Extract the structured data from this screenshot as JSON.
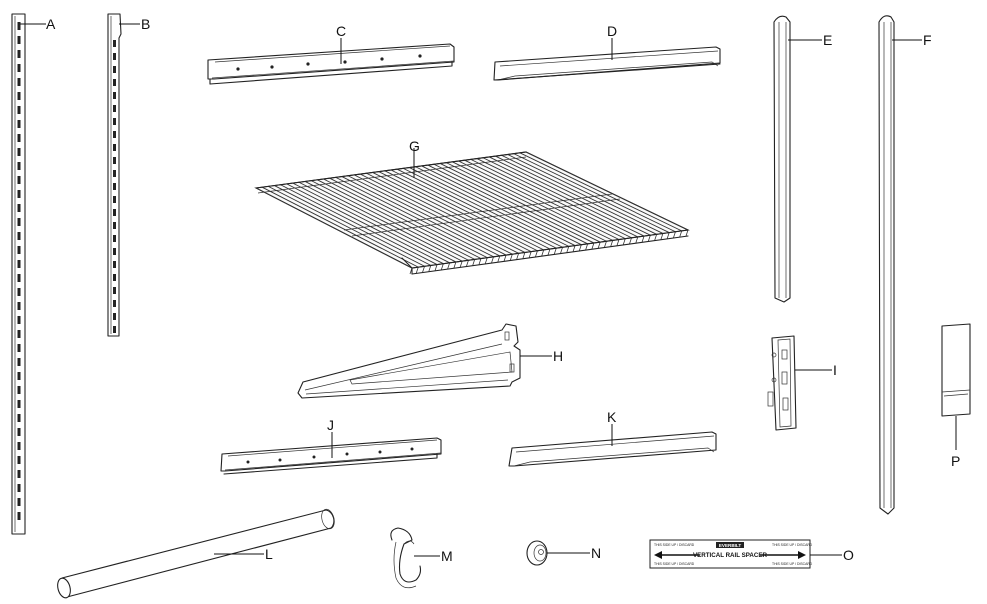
{
  "diagram": {
    "parts": [
      {
        "id": "A",
        "label": "A"
      },
      {
        "id": "B",
        "label": "B"
      },
      {
        "id": "C",
        "label": "C"
      },
      {
        "id": "D",
        "label": "D"
      },
      {
        "id": "E",
        "label": "E"
      },
      {
        "id": "F",
        "label": "F"
      },
      {
        "id": "G",
        "label": "G"
      },
      {
        "id": "H",
        "label": "H"
      },
      {
        "id": "I",
        "label": "I"
      },
      {
        "id": "J",
        "label": "J"
      },
      {
        "id": "K",
        "label": "K"
      },
      {
        "id": "L",
        "label": "L"
      },
      {
        "id": "M",
        "label": "M"
      },
      {
        "id": "N",
        "label": "N"
      },
      {
        "id": "O",
        "label": "O"
      },
      {
        "id": "P",
        "label": "P"
      }
    ],
    "spacer_card": {
      "title": "VERTICAL RAIL SPACER",
      "brand_tag": "EVERBILT",
      "corner_note": "THIS SIDE UP / DISCARD"
    }
  }
}
